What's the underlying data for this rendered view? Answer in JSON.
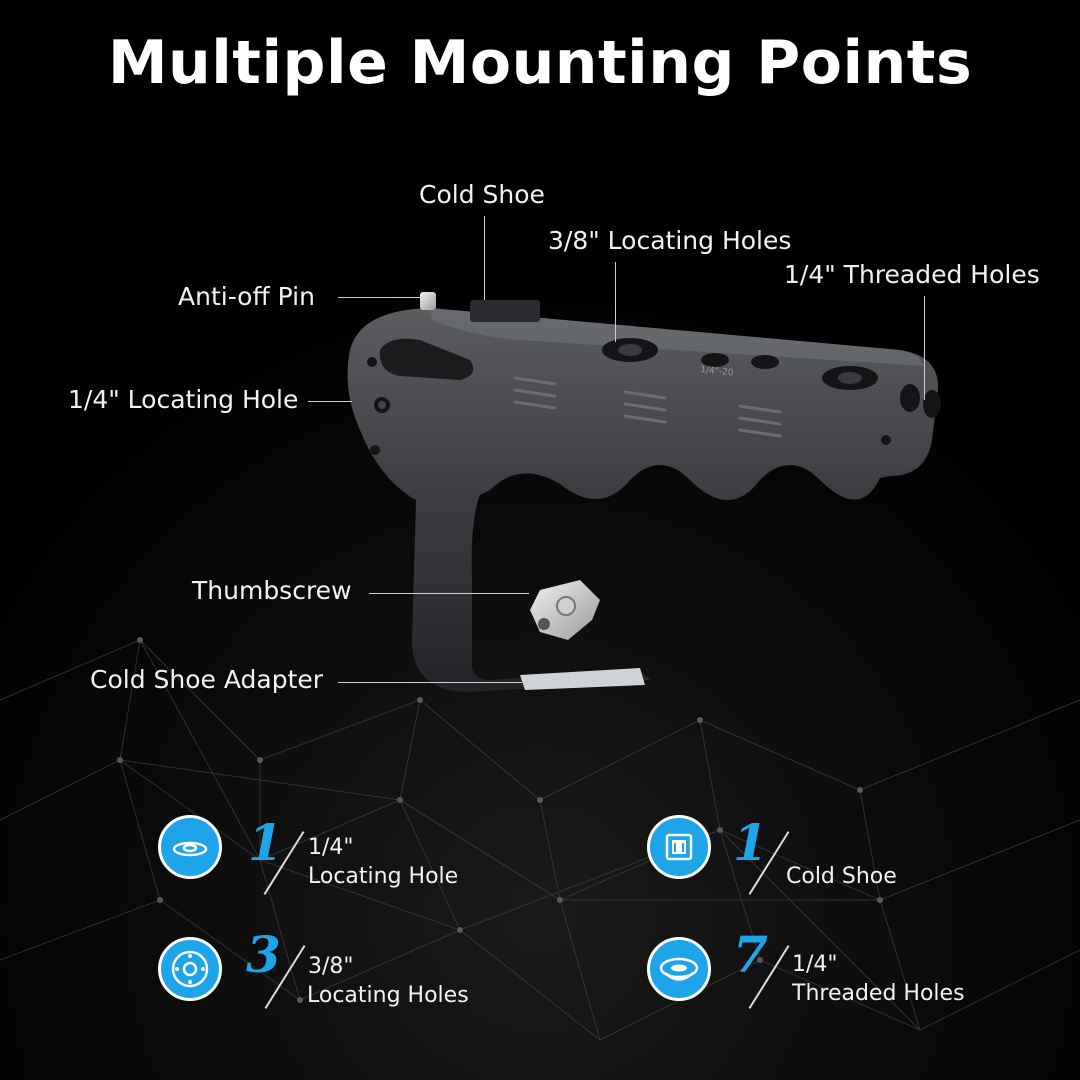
{
  "title": "Multiple Mounting Points",
  "callouts": {
    "cold_shoe": "Cold Shoe",
    "locating_38": "3/8\" Locating Holes",
    "threaded_14": "1/4\" Threaded Holes",
    "anti_off_pin": "Anti-off Pin",
    "locating_14": "1/4\" Locating Hole",
    "thumbscrew": "Thumbscrew",
    "cold_shoe_adapter": "Cold Shoe Adapter"
  },
  "stats": [
    {
      "count": "1",
      "line1": "1/4\"",
      "line2": "Locating Hole",
      "icon": "locating-hole-icon"
    },
    {
      "count": "1",
      "line1": "",
      "line2": "Cold Shoe",
      "icon": "cold-shoe-icon"
    },
    {
      "count": "3",
      "line1": "3/8\"",
      "line2": "Locating Holes",
      "icon": "locating-holes-icon"
    },
    {
      "count": "7",
      "line1": "1/4\"",
      "line2": "Threaded Holes",
      "icon": "threaded-holes-icon"
    }
  ],
  "product_engraving": "1/4\"-20",
  "colors": {
    "accent": "#1ea4e8",
    "background": "#000000",
    "text": "#ffffff"
  }
}
